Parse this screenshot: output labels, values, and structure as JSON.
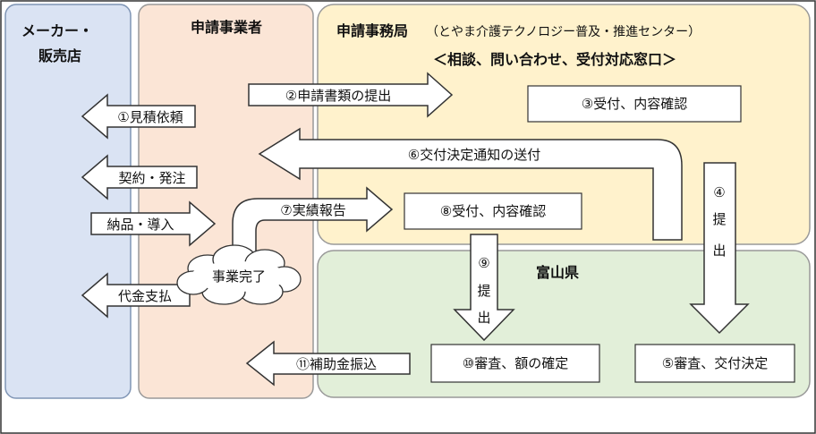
{
  "columns": {
    "maker": {
      "title_line1": "メーカー・",
      "title_line2": "販売店"
    },
    "applicant": {
      "title": "申請事業者"
    },
    "office": {
      "title": "申請事務局",
      "title_paren": "（とやま介護テクノロジー普及・推進センター）",
      "subtitle": "＜相談、問い合わせ、受付対応窓口＞"
    },
    "prefecture": {
      "title": "富山県"
    }
  },
  "steps": {
    "quote_request": "①見積依頼",
    "submit_docs": "②申請書類の提出",
    "receipt_check_1": "③受付、内容確認",
    "submit_4_num": "④",
    "submit_4_char1": "提",
    "submit_4_char2": "出",
    "review_decision": "⑤審査、交付決定",
    "decision_notice": "⑥交付決定通知の送付",
    "result_report": "⑦実績報告",
    "receipt_check_2": "⑧受付、内容確認",
    "submit_9_num": "⑨",
    "submit_9_char1": "提",
    "submit_9_char2": "出",
    "review_amount": "⑩審査、額の確定",
    "subsidy_transfer": "⑪補助金振込",
    "contract_order": "契約・発注",
    "delivery_install": "納品・導入",
    "payment": "代金支払",
    "project_complete": "事業完了"
  }
}
